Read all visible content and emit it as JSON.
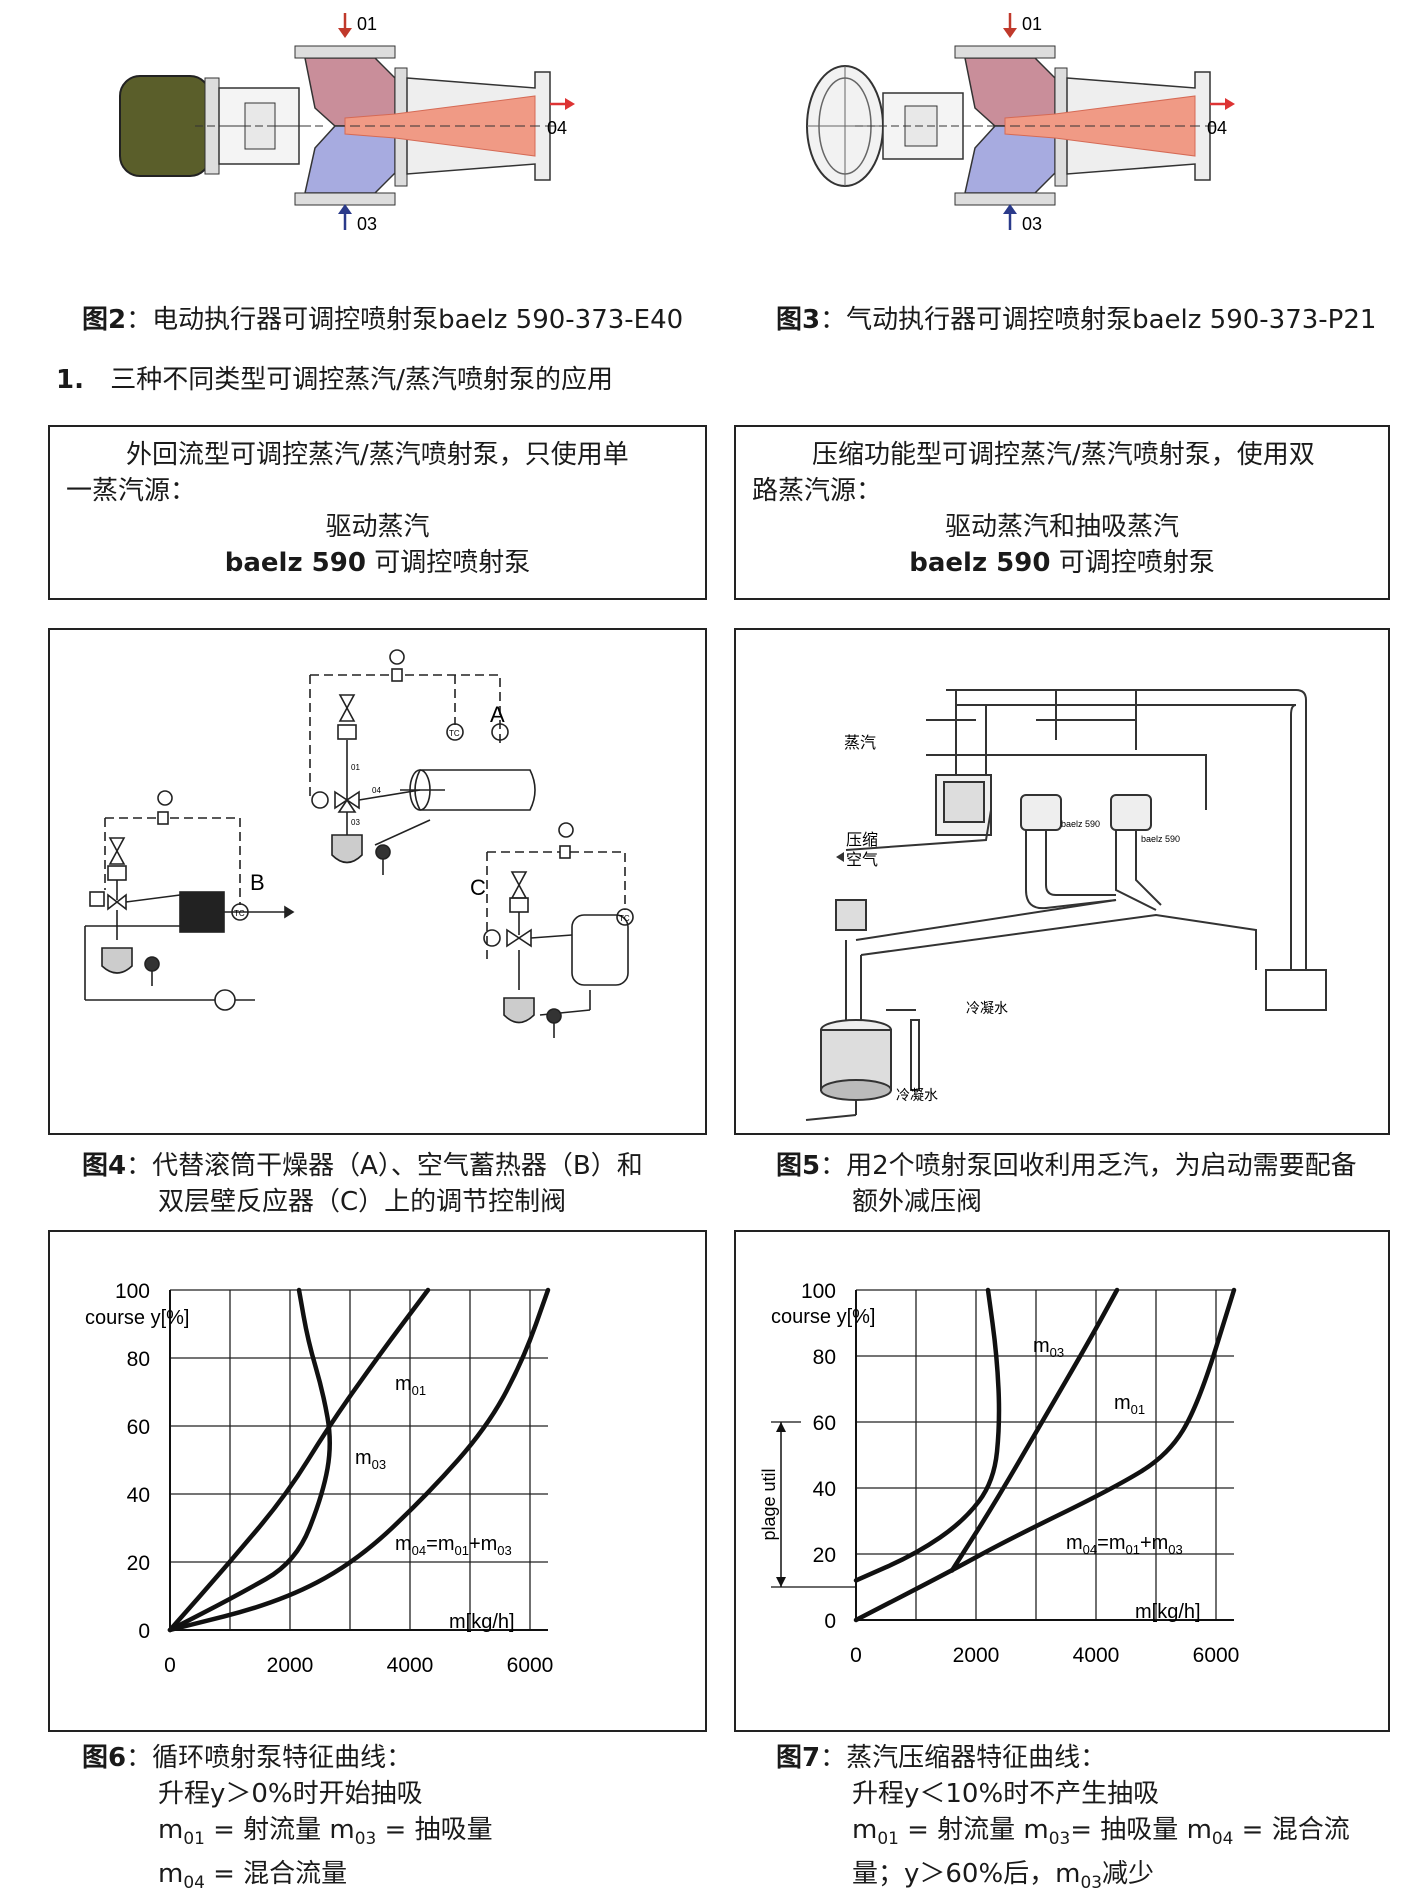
{
  "figure2": {
    "label": "图2",
    "caption": "：电动执行器可调控喷射泵baelz 590-373-E40",
    "ports": {
      "p01": "01",
      "p03": "03",
      "p04": "04"
    }
  },
  "figure3": {
    "label": "图3",
    "caption": "：气动执行器可调控喷射泵baelz 590-373-P21",
    "ports": {
      "p01": "01",
      "p03": "03",
      "p04": "04"
    }
  },
  "section": {
    "number": "1.",
    "title": "三种不同类型可调控蒸汽/蒸汽喷射泵的应用"
  },
  "box_left": {
    "line1": "外回流型可调控蒸汽/蒸汽喷射泵，只使用单",
    "line2": "一蒸汽源：",
    "line3": "驱动蒸汽",
    "line4_brand": "baelz 590",
    "line4_rest": "可调控喷射泵"
  },
  "box_right": {
    "line1": "压缩功能型可调控蒸汽/蒸汽喷射泵，使用双",
    "line2": "路蒸汽源：",
    "line3": "驱动蒸汽和抽吸蒸汽",
    "line4_brand": "baelz 590",
    "line4_rest": "可调控喷射泵"
  },
  "figure4": {
    "label": "图4",
    "caption_line1": "：代替滚筒干燥器（A）、空气蓄热器（B）和",
    "caption_line2": "双层壁反应器（C）上的调节控制阀",
    "labels": {
      "A": "A",
      "B": "B",
      "C": "C",
      "tc": "TC",
      "n01": "01",
      "n03": "03",
      "n04": "04"
    }
  },
  "figure5": {
    "label": "图5",
    "caption_line1": "：用2个喷射泵回收利用乏汽，为启动需要配备",
    "caption_line2": "额外减压阀",
    "labels": {
      "steam": "蒸汽",
      "air1": "压缩",
      "air2": "空气",
      "condensate1": "冷凝水",
      "condensate2": "冷凝水",
      "pump1": "baelz 590",
      "pump2": "baelz 590"
    }
  },
  "figure6": {
    "label": "图6",
    "caption_line1": "：循环喷射泵特征曲线：",
    "caption_line2": "升程y＞0%时开始抽吸",
    "caption_line3_a": "m",
    "caption_line3_sub1": "01",
    "caption_line3_b": " = 射流量 m",
    "caption_line3_sub2": "03",
    "caption_line3_c": " = 抽吸量",
    "caption_line4_a": "m",
    "caption_line4_sub": "04",
    "caption_line4_b": " = 混合流量"
  },
  "figure7": {
    "label": "图7",
    "caption_line1": "：蒸汽压缩器特征曲线：",
    "caption_line2": "升程y＜10%时不产生抽吸",
    "caption_line3_a": "m",
    "caption_line3_sub1": "01",
    "caption_line3_b": " = 射流量   m",
    "caption_line3_sub2": "03",
    "caption_line3_c": "= 抽吸量 m",
    "caption_line3_sub3": "04",
    "caption_line3_d": " = 混合流",
    "caption_line4_a": "量；y＞60%后，m",
    "caption_line4_sub": "03",
    "caption_line4_b": "减少"
  },
  "chart_data": [
    {
      "type": "line",
      "ylabel": "course y[%]",
      "xlabel": "m[kg/h]",
      "xlim": [
        0,
        6000
      ],
      "ylim": [
        0,
        100
      ],
      "xticks": [
        "0",
        "2000",
        "4000",
        "6000"
      ],
      "yticks": [
        "0",
        "20",
        "40",
        "60",
        "80",
        "100"
      ],
      "grid": true,
      "series": [
        {
          "name": "m01",
          "label_main": "m",
          "label_sub": "01",
          "points": [
            [
              0,
              0
            ],
            [
              1000,
              20
            ],
            [
              1950,
              40
            ],
            [
              2650,
              60
            ],
            [
              3450,
              80
            ],
            [
              4300,
              100
            ]
          ]
        },
        {
          "name": "m03",
          "label_main": "m",
          "label_sub": "03",
          "points": [
            [
              0,
              0
            ],
            [
              1100,
              10
            ],
            [
              2100,
              20
            ],
            [
              2550,
              40
            ],
            [
              2700,
              55
            ],
            [
              2550,
              70
            ],
            [
              2300,
              85
            ],
            [
              2150,
              100
            ]
          ]
        },
        {
          "name": "m04=m01+m03",
          "label_main": "m",
          "label_sub": "04",
          "label_rest": "=m",
          "label_sub2": "01",
          "label_rest2": "+m",
          "label_sub3": "03",
          "points": [
            [
              0,
              0
            ],
            [
              1800,
              8
            ],
            [
              3100,
              20
            ],
            [
              4300,
              40
            ],
            [
              5300,
              60
            ],
            [
              5900,
              80
            ],
            [
              6300,
              100
            ]
          ]
        }
      ]
    },
    {
      "type": "line",
      "ylabel": "course y[%]",
      "xlabel": "m[kg/h]",
      "side_label": "plage util",
      "xlim": [
        0,
        6000
      ],
      "ylim": [
        0,
        100
      ],
      "xticks": [
        "0",
        "2000",
        "4000",
        "6000"
      ],
      "yticks": [
        "0",
        "20",
        "40",
        "60",
        "80",
        "100"
      ],
      "grid": true,
      "series": [
        {
          "name": "m03",
          "label_main": "m",
          "label_sub": "03",
          "points": [
            [
              0,
              12
            ],
            [
              1000,
              20
            ],
            [
              1800,
              30
            ],
            [
              2300,
              42
            ],
            [
              2400,
              60
            ],
            [
              2350,
              80
            ],
            [
              2200,
              100
            ]
          ]
        },
        {
          "name": "m01",
          "label_main": "m",
          "label_sub": "01",
          "points": [
            [
              1600,
              15
            ],
            [
              2300,
              35
            ],
            [
              3100,
              60
            ],
            [
              3900,
              85
            ],
            [
              4350,
              100
            ]
          ]
        },
        {
          "name": "m04=m01+m03",
          "label_main": "m",
          "label_sub": "04",
          "label_rest": "=m",
          "label_sub2": "01",
          "label_rest2": "+m",
          "label_sub3": "03",
          "points": [
            [
              0,
              0
            ],
            [
              1600,
              15
            ],
            [
              2500,
              24
            ],
            [
              4300,
              40
            ],
            [
              5200,
              50
            ],
            [
              5700,
              65
            ],
            [
              6300,
              100
            ]
          ]
        }
      ]
    }
  ]
}
